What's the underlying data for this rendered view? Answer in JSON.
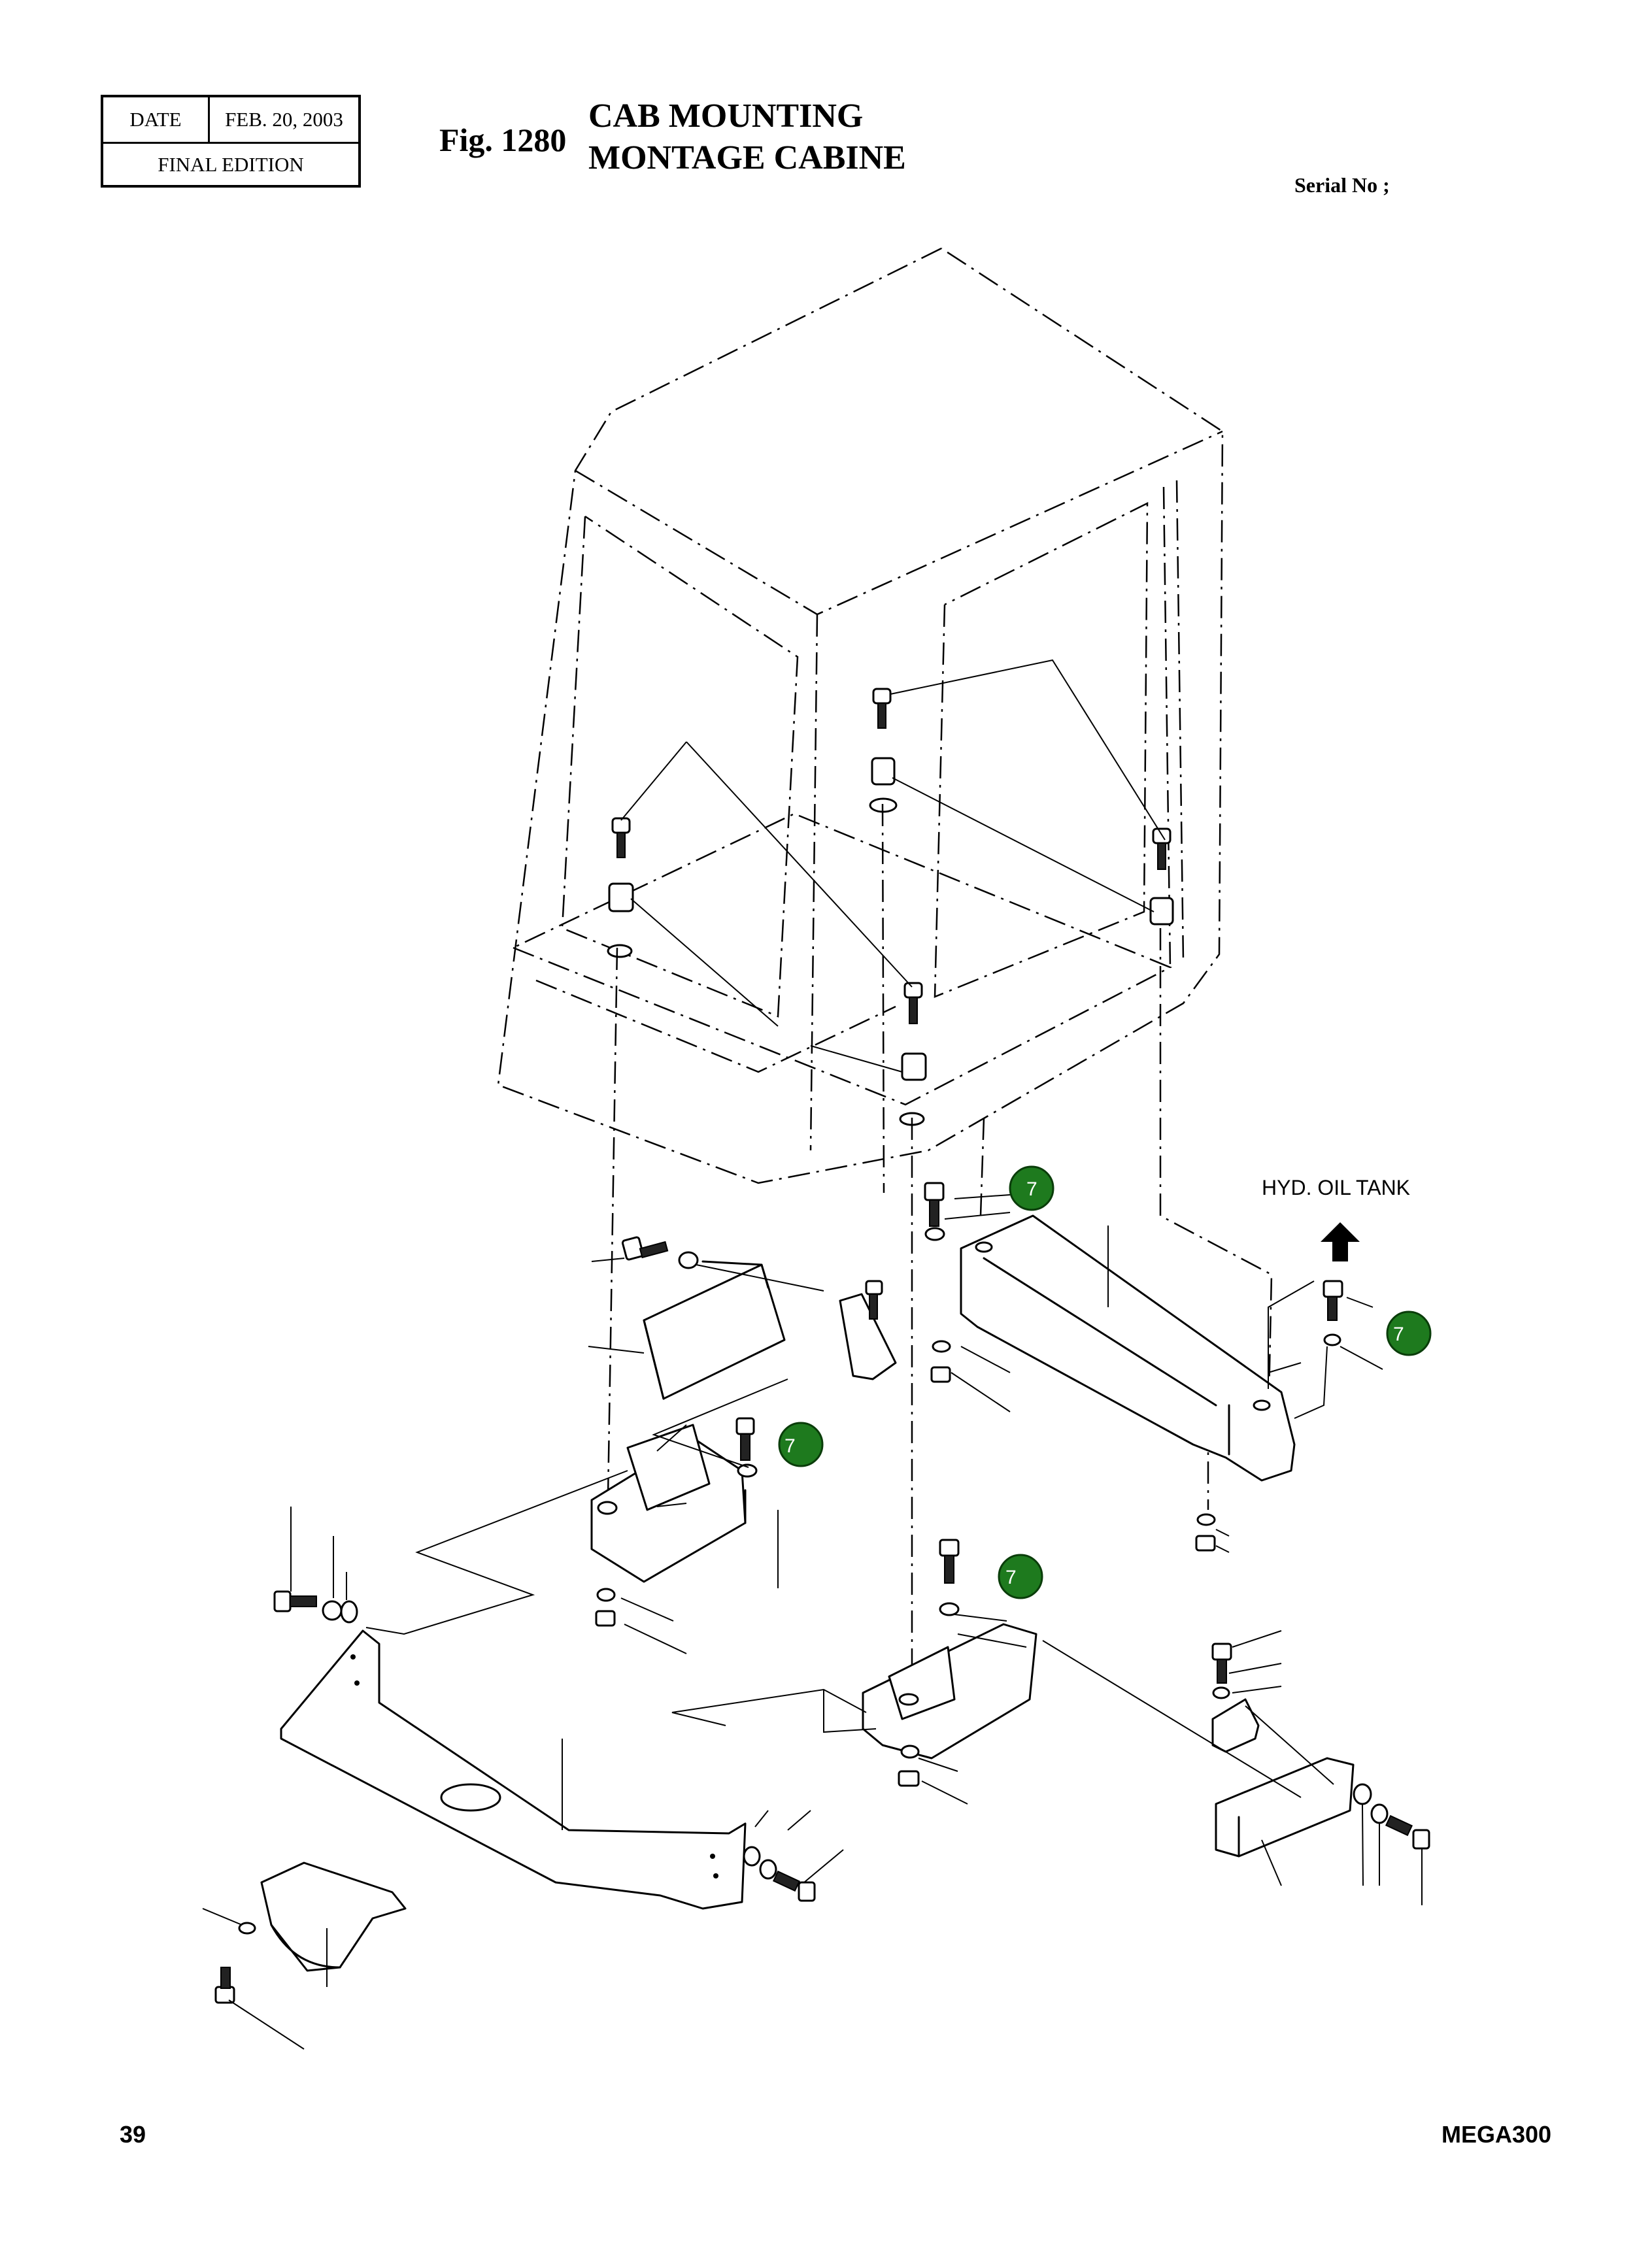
{
  "header": {
    "date_label": "DATE",
    "date_value": "FEB. 20, 2003",
    "edition": "FINAL EDITION",
    "fig_label": "Fig. 1280",
    "title_en": "CAB MOUNTING",
    "title_fr": "MONTAGE CABINE",
    "serial_label": "Serial No ;"
  },
  "diagram": {
    "note": "HYD. OIL TANK",
    "callouts": [
      "7",
      "7",
      "7",
      "7"
    ]
  },
  "footer": {
    "page_number": "39",
    "model": "MEGA300"
  },
  "colors": {
    "callout_fill": "#1e7a1e",
    "line": "#000000"
  }
}
